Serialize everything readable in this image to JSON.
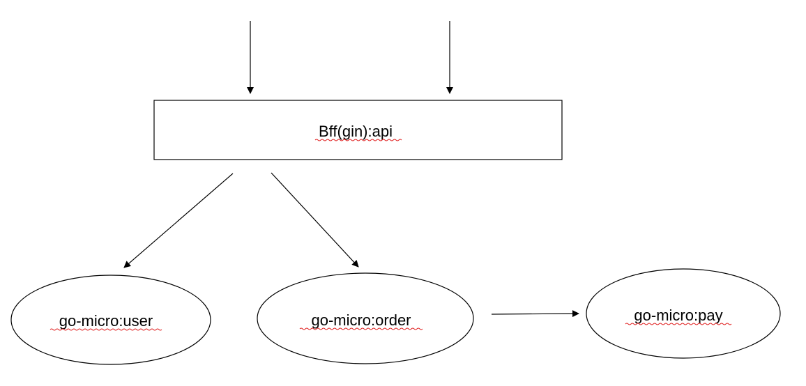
{
  "diagram": {
    "colors": {
      "stroke": "#000000",
      "background": "#ffffff",
      "spellcheck_underline": "#e02020"
    },
    "nodes": {
      "bff": {
        "label": "Bff(gin):api",
        "shape": "rectangle"
      },
      "user": {
        "label": "go-micro:user",
        "shape": "ellipse"
      },
      "order": {
        "label": "go-micro:order",
        "shape": "ellipse"
      },
      "pay": {
        "label": "go-micro:pay",
        "shape": "ellipse"
      }
    },
    "edges": [
      {
        "from": "external",
        "to": "bff"
      },
      {
        "from": "external",
        "to": "bff"
      },
      {
        "from": "bff",
        "to": "user"
      },
      {
        "from": "bff",
        "to": "order"
      },
      {
        "from": "order",
        "to": "pay"
      }
    ]
  }
}
